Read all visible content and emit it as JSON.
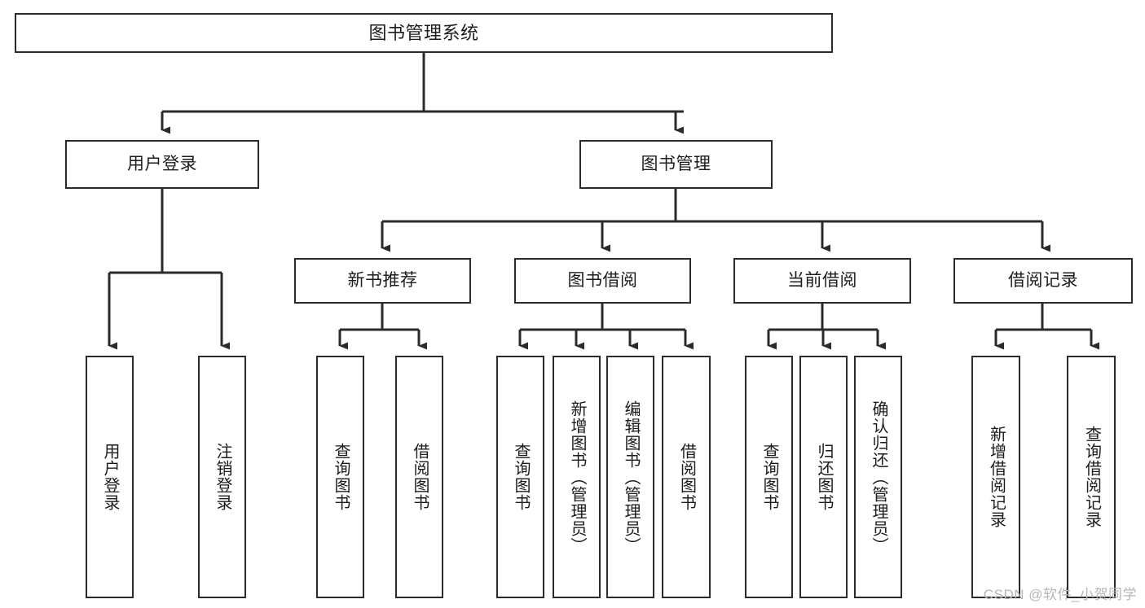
{
  "diagram": {
    "title": "图书管理系统",
    "type": "tree",
    "colors": {
      "stroke": "#2b2b2b",
      "fill": "#ffffff",
      "text": "#1c1c1c",
      "watermark": "#b6b6b6"
    },
    "watermark": "CSDN @软件_小贺同学",
    "nodes": {
      "root": {
        "label": "图书管理系统"
      },
      "level1": [
        {
          "label": "用户登录"
        },
        {
          "label": "图书管理"
        }
      ],
      "level2": [
        {
          "label": "新书推荐"
        },
        {
          "label": "图书借阅"
        },
        {
          "label": "当前借阅"
        },
        {
          "label": "借阅记录"
        }
      ],
      "leaves": {
        "user_login": [
          {
            "label": "用户登录"
          },
          {
            "label": "注销登录"
          }
        ],
        "new_book_recommend": [
          {
            "label": "查询图书"
          },
          {
            "label": "借阅图书"
          }
        ],
        "book_borrow": [
          {
            "label": "查询图书"
          },
          {
            "label": "新增图书（管理员）"
          },
          {
            "label": "编辑图书（管理员）"
          },
          {
            "label": "借阅图书"
          }
        ],
        "current_borrow": [
          {
            "label": "查询图书"
          },
          {
            "label": "归还图书"
          },
          {
            "label": "确认归还（管理员）"
          }
        ],
        "borrow_record": [
          {
            "label": "新增借阅记录"
          },
          {
            "label": "查询借阅记录"
          }
        ]
      }
    }
  }
}
